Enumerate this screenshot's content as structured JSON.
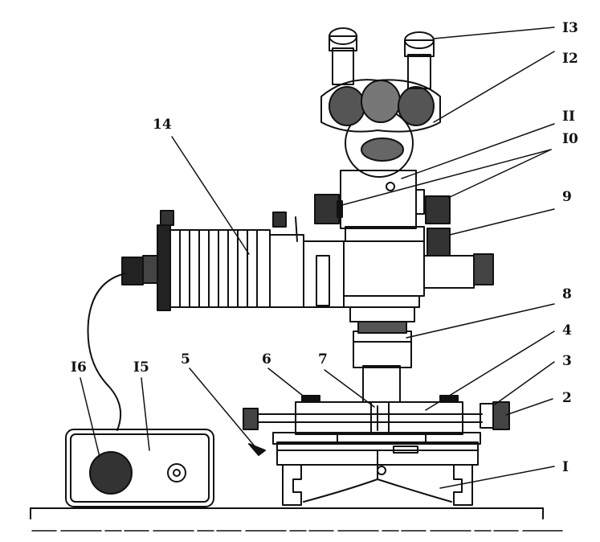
{
  "labels": {
    "l1": "I",
    "l2": "2",
    "l3": "3",
    "l4": "4",
    "l5": "5",
    "l6": "6",
    "l7": "7",
    "l8": "8",
    "l9": "9",
    "l10": "I0",
    "l11": "II",
    "l12": "I2",
    "l13": "I3",
    "l14": "14",
    "l15": "I5",
    "l16": "I6"
  },
  "colors": {
    "ink": "#111111",
    "paper": "#ffffff"
  }
}
